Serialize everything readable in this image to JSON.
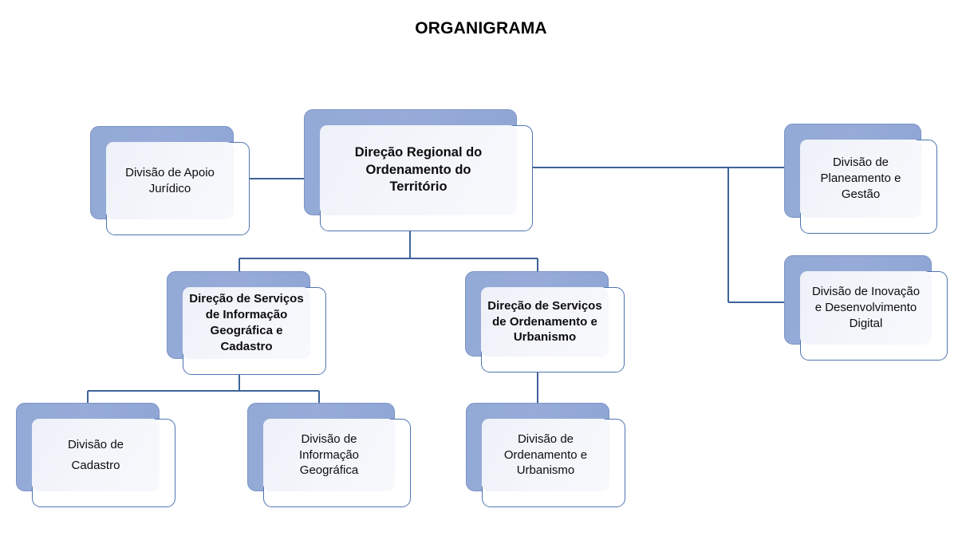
{
  "title": "ORGANIGRAMA",
  "palette": {
    "shadow_fill": "#93a9d6",
    "shadow_border": "#7b93c6",
    "box_border": "#4f74b0",
    "box_fill": "#f4f6fb",
    "connector": "#3d6399",
    "text": "#0d0d0d",
    "background": "#ffffff"
  },
  "nodes": {
    "root": {
      "label": "Direção Regional do\nOrdenamento do\nTerritório",
      "bold": true,
      "level": "direcao-regional"
    },
    "apoio_juridico": {
      "label": "Divisão de Apoio\nJurídico",
      "bold": false,
      "level": "divisao"
    },
    "planeamento_gestao": {
      "label": "Divisão de\nPlaneamento e\nGestão",
      "bold": false,
      "level": "divisao"
    },
    "inovacao_digital": {
      "label": "Divisão de Inovação\ne Desenvolvimento\nDigital",
      "bold": false,
      "level": "divisao"
    },
    "ds_informacao_geografica_cadastro": {
      "label": "Direção de Serviços\nde Informação\nGeográfica e\nCadastro",
      "bold": true,
      "level": "direcao-servicos"
    },
    "ds_ordenamento_urbanismo": {
      "label": "Direção de Serviços\nde Ordenamento e\nUrbanismo",
      "bold": true,
      "level": "direcao-servicos"
    },
    "divisao_cadastro": {
      "label": "Divisão de\nCadastro",
      "bold": false,
      "level": "divisao"
    },
    "divisao_informacao_geografica": {
      "label": "Divisão de\nInformação\nGeográfica",
      "bold": false,
      "level": "divisao"
    },
    "divisao_ordenamento_urbanismo": {
      "label": "Divisão de\nOrdenamento e\nUrbanismo",
      "bold": false,
      "level": "divisao"
    }
  },
  "hierarchy": [
    {
      "node": "root",
      "children": [
        "apoio_juridico",
        "planeamento_gestao",
        "inovacao_digital",
        "ds_informacao_geografica_cadastro",
        "ds_ordenamento_urbanismo"
      ]
    },
    {
      "node": "ds_informacao_geografica_cadastro",
      "children": [
        "divisao_cadastro",
        "divisao_informacao_geografica"
      ]
    },
    {
      "node": "ds_ordenamento_urbanismo",
      "children": [
        "divisao_ordenamento_urbanismo"
      ]
    }
  ]
}
